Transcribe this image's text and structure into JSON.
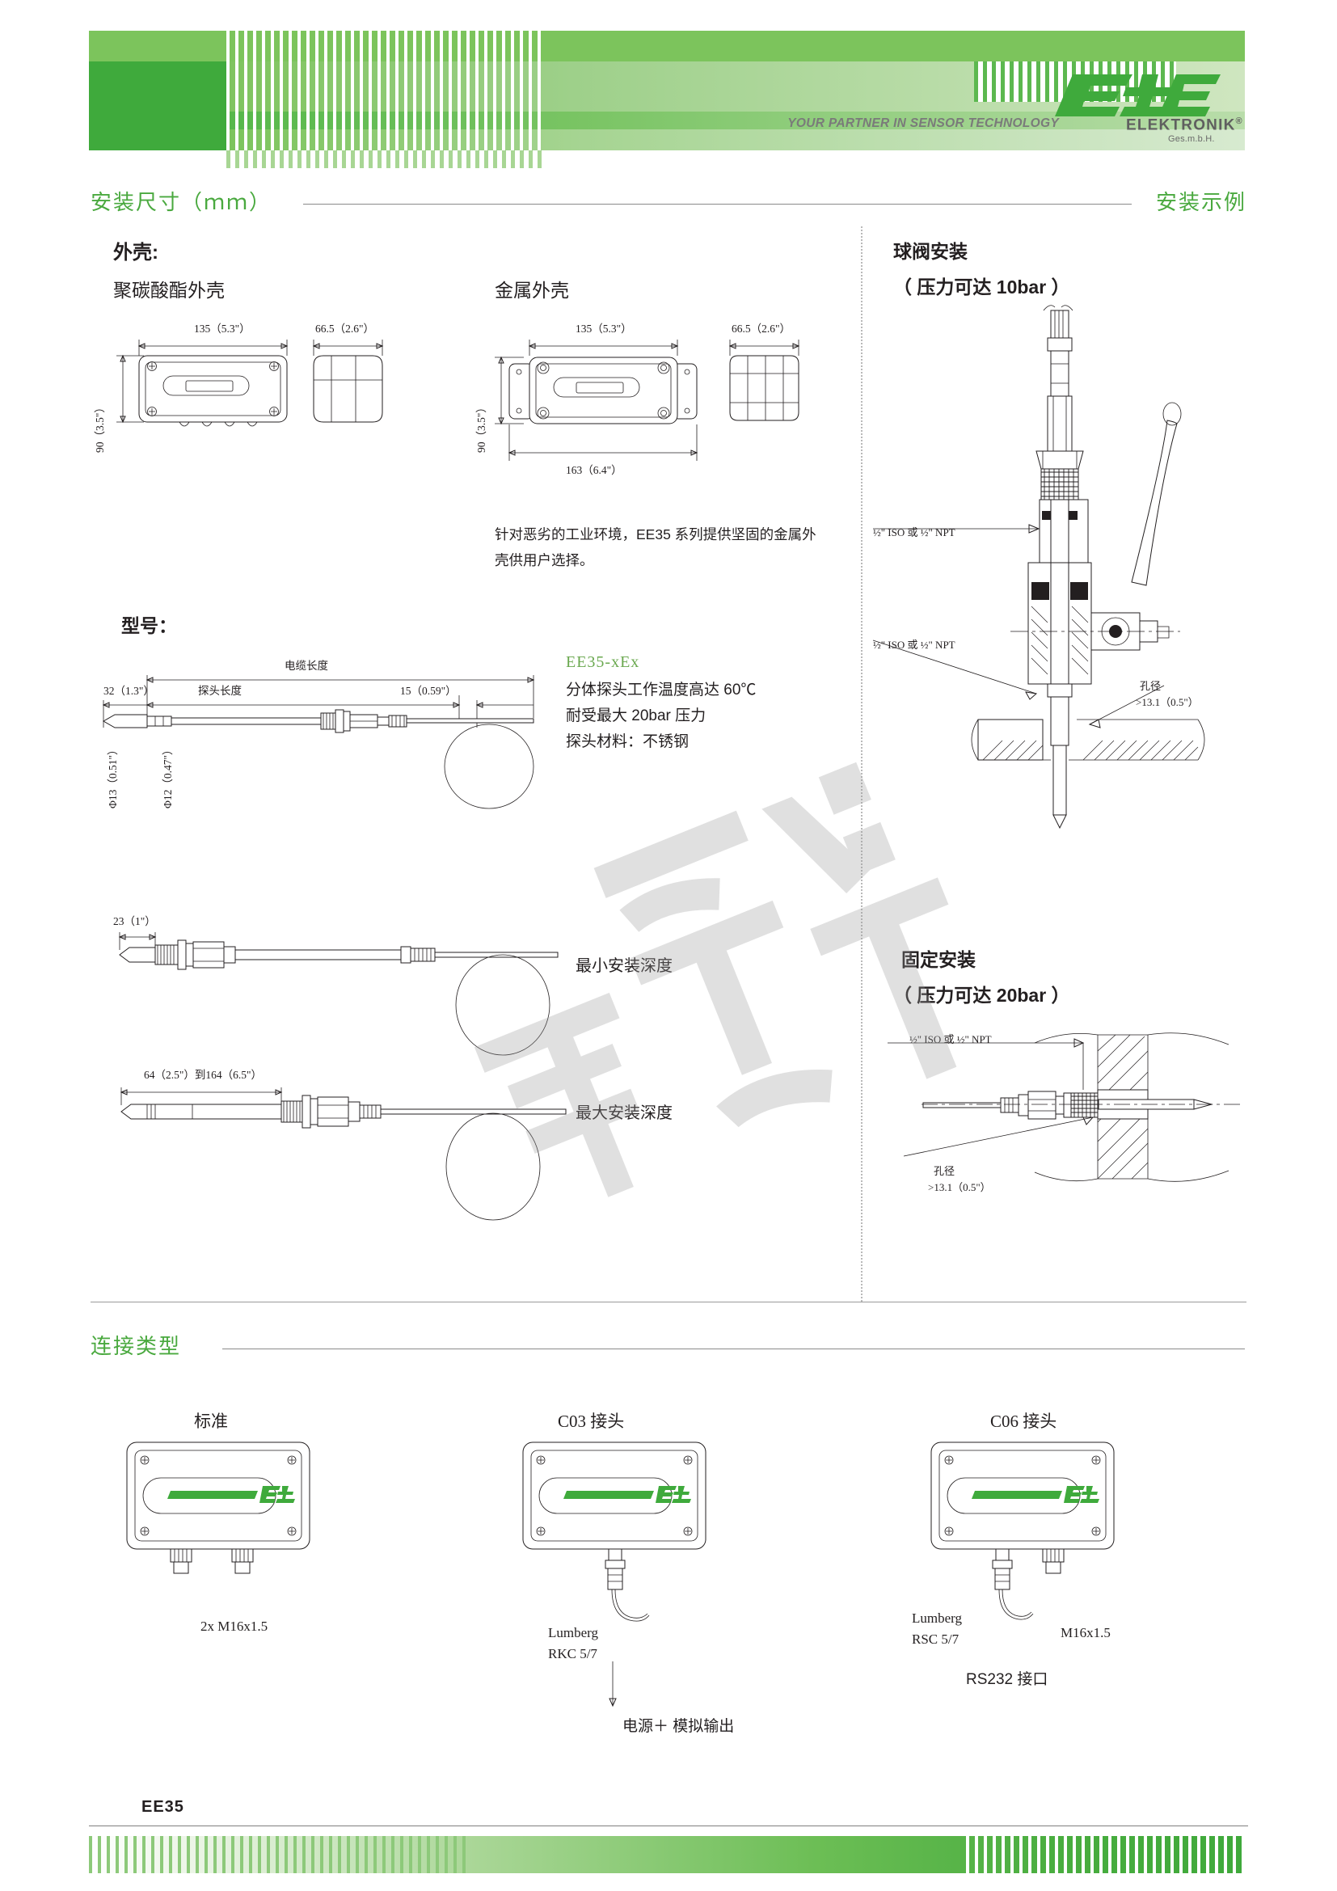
{
  "header": {
    "tagline": "YOUR PARTNER IN SENSOR TECHNOLOGY",
    "logo_text": "E+E",
    "logo_sub": "ELEKTRONIK",
    "logo_reg": "®",
    "logo_sub2": "Ges.m.b.H."
  },
  "sections": {
    "left_title": "安装尺寸（ｍｍ）",
    "right_title": "安装示例",
    "connection_title": "连接类型"
  },
  "housing": {
    "heading": "外壳:",
    "poly_label": "聚碳酸酯外壳",
    "metal_label": "金属外壳",
    "dim_width": "135（5.3\"）",
    "dim_depth": "66.5（2.6\"）",
    "dim_height": "90（3.5\"）",
    "dim_flange": "163（6.4\"）",
    "note": "针对恶劣的工业环境，EE35 系列提供坚固的金属外壳供用户选择。"
  },
  "model": {
    "heading": "型号：",
    "cable_len": "电缆长度",
    "probe_len": "探头长度",
    "dim_32": "32（1.3\"）",
    "dim_15": "15（0.59\"）",
    "dia_13": "Φ13（0.51\"）",
    "dia_12": "Φ12（0.47\"）",
    "variant_code": "EE35-xEx",
    "variant_line1": "分体探头工作温度高达 60℃",
    "variant_line2": "耐受最大 20bar 压力",
    "variant_line3": "探头材料：不锈钢",
    "min_dim": "23（1\"）",
    "min_label": "最小安装深度",
    "max_dim": "64（2.5\"）到164（6.5\"）",
    "max_label": "最大安装深度"
  },
  "mounting": {
    "ball_title": "球阀安装",
    "ball_sub": "（ 压力可达 10bar ）",
    "fixed_title": "固定安装",
    "fixed_sub": "（ 压力可达 20bar ）",
    "thread_label_1": "½\" ISO 或 ½\" NPT",
    "thread_label_2": "½\" ISO 或 ½\" NPT",
    "bore_label": "孔径",
    "bore_value": ">13.1（0.5\"）",
    "fixed_thread_label": "½\" ISO 或 ½\" NPT",
    "fixed_bore_label": "孔径",
    "fixed_bore_value": ">13.1（0.5\"）"
  },
  "connections": [
    {
      "title": "标准",
      "caption": "2x M16x1.5",
      "sub_caption": "",
      "sub_caption2": "",
      "bottom_caption": ""
    },
    {
      "title": "C03 接头",
      "caption": "Lumberg",
      "sub_caption": "RKC 5/7",
      "sub_caption2": "",
      "bottom_caption": "电源＋ 模拟输出"
    },
    {
      "title": "C06 接头",
      "caption": "Lumberg",
      "sub_caption": "RSC 5/7",
      "sub_caption2": "M16x1.5",
      "bottom_caption": "RS232 接口"
    }
  ],
  "footer": {
    "model": "EE35"
  },
  "colors": {
    "brand_green": "#3faa3c",
    "light_green": "#7cc45c",
    "title_green": "#4aa93f",
    "text_green": "#6aa84f",
    "ink": "#231f20"
  }
}
